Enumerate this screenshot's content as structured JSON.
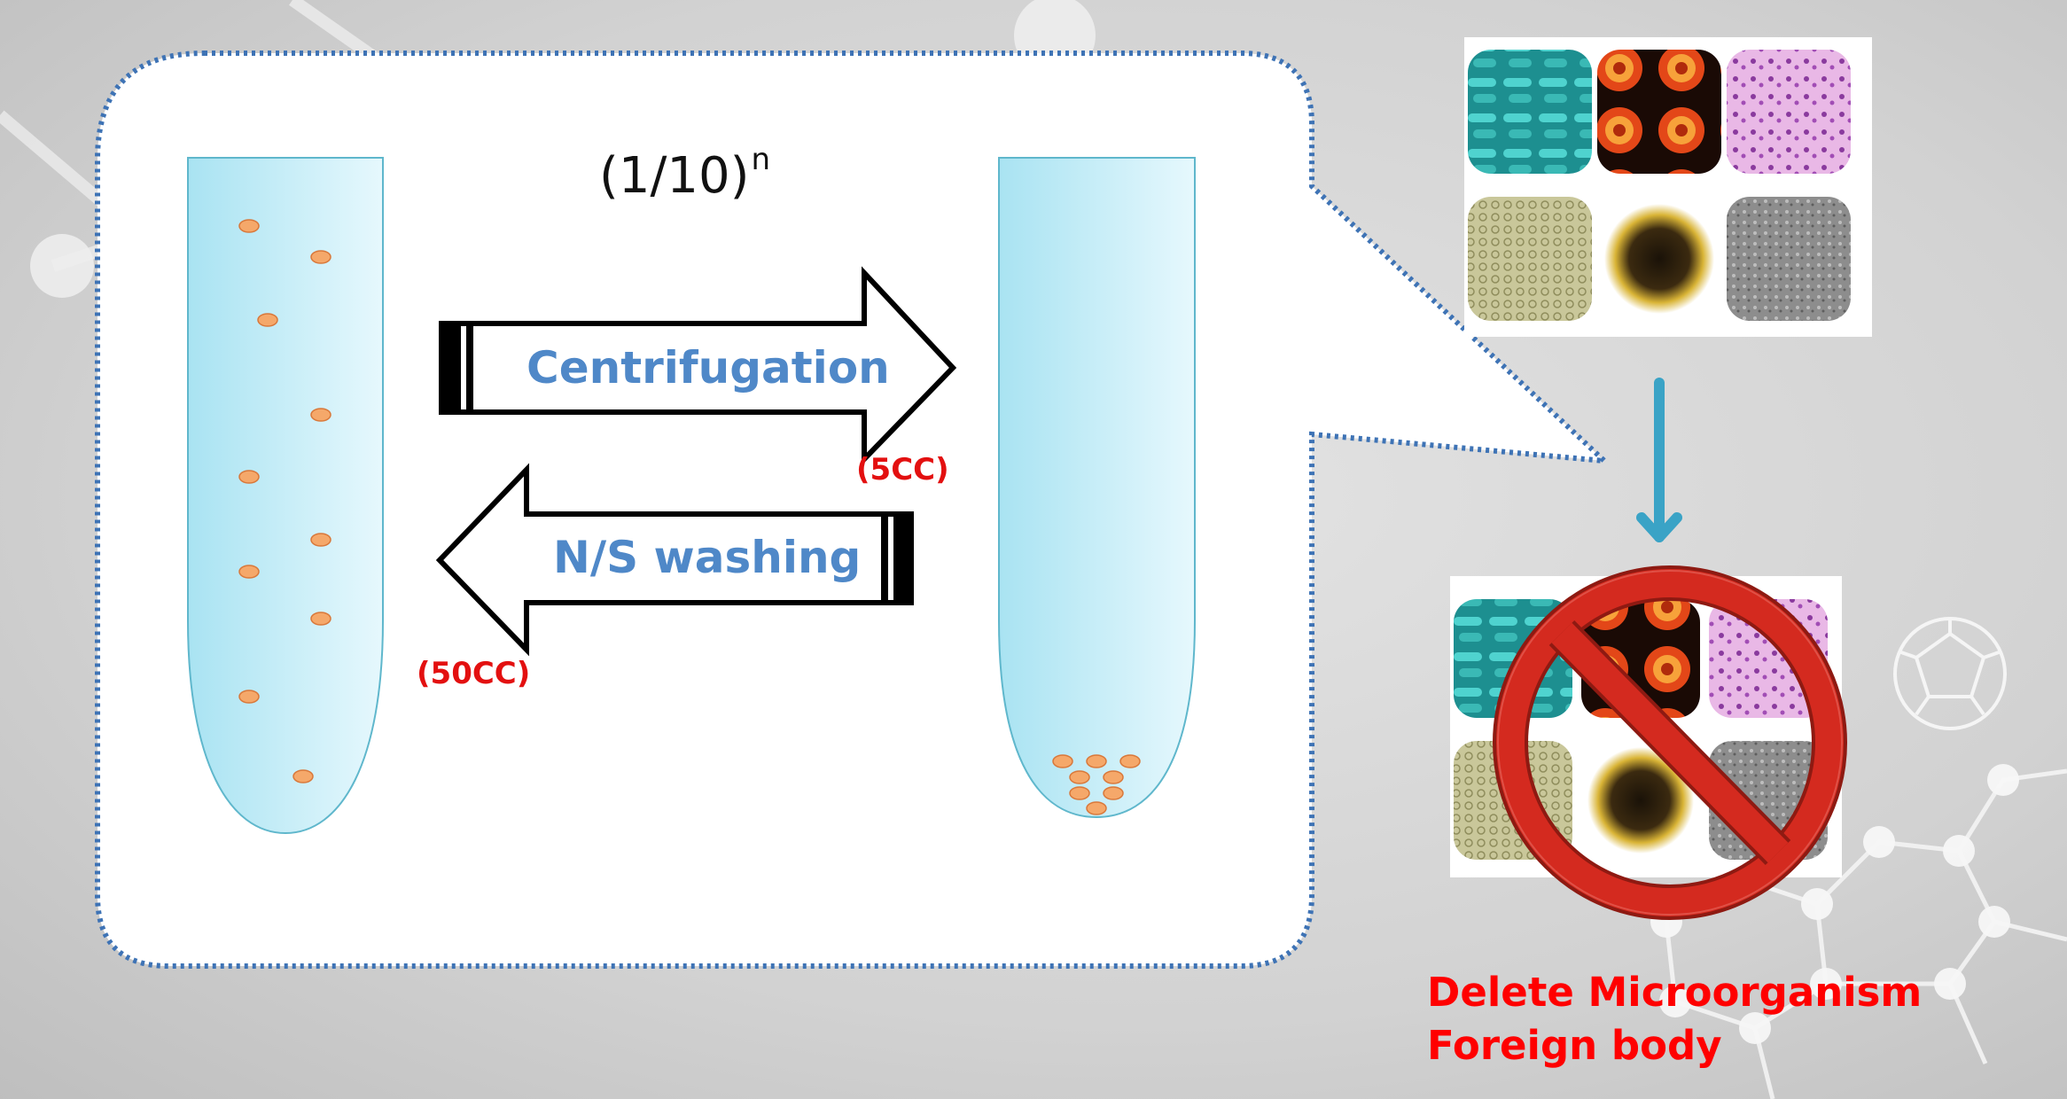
{
  "formula": {
    "base": "(1/10)",
    "exponent": "n"
  },
  "arrows": {
    "forward": {
      "label": "Centrifugation",
      "volume": "(5CC)"
    },
    "backward": {
      "label": "N/S washing",
      "volume": "(50CC)"
    }
  },
  "result": {
    "line1": "Delete Microorganism",
    "line2": "Foreign body"
  },
  "icons": {
    "tile_set": [
      "bacteria-tile-icon",
      "virus-tile-icon",
      "tissue-tile-icon",
      "cell-tile-icon",
      "spiky-virus-tile-icon",
      "grey-cell-tile-icon"
    ],
    "prohibit": "prohibition-icon",
    "down_arrow": "down-arrow-icon"
  },
  "colors": {
    "tube_fill": "#c7eef8",
    "tube_stroke": "#5fb7cc",
    "particle": "#f5a86a",
    "dotted_border": "#3e73b5",
    "label_blue": "#4f88c8",
    "label_red": "#e31010",
    "prohibit_red": "#d42a1f",
    "arrow_teal": "#3aa3c6"
  }
}
